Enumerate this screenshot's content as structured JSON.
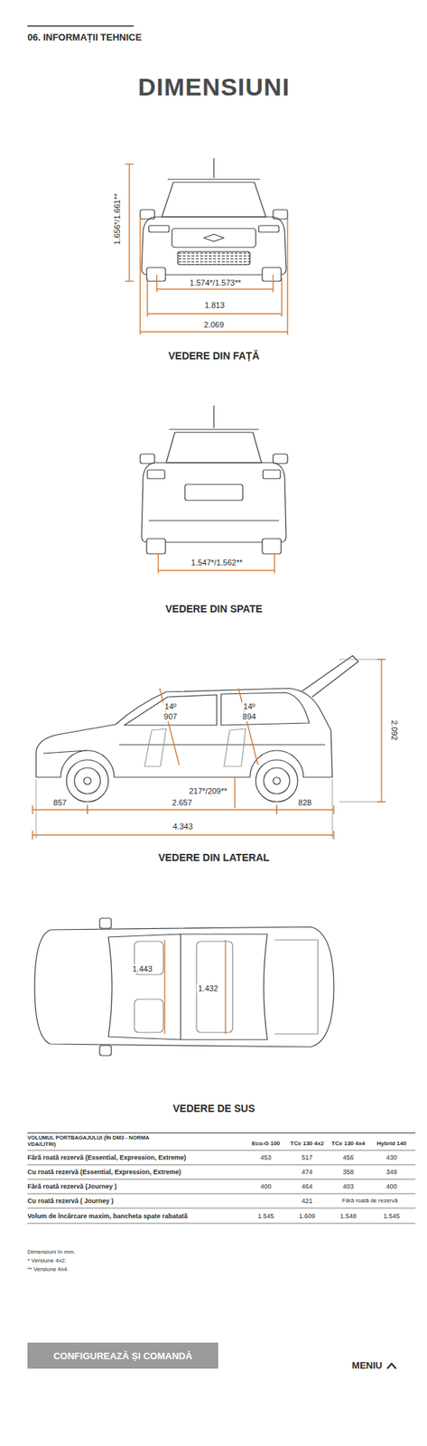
{
  "diagram": {
    "title": "DIMENSIUNI",
    "nodes": [
      {
        "text": [
          "CONFIGUREAZĂ ȘI COMANDĂ"
        ]
      }
    ],
    "labels": [
      "06. INFORMAȚII TEHNICE",
      "1.656*/1.661**",
      "1.574*/1.573**",
      "1.813",
      "2.069",
      "VEDERE DIN FAȚĂ",
      "1.547*/1.562**",
      "VEDERE DIN SPATE",
      "14º",
      "907",
      "14º",
      "894",
      "2.092",
      "217*/209**",
      "857",
      "2.657",
      "828",
      "4.343",
      "VEDERE DIN LATERAL",
      "1.443",
      "1.432",
      "VEDERE DE SUS",
      "VOLUMUL PORTBAGAJULUI (ÎN DM3 - NORMA VDA/LITRI)",
      "Eco-G 100",
      "TCe 130 4x2",
      "TCe 130 4x4",
      "Hybrid 140",
      "Fără roată rezervă (Essential, Expression, Extreme)",
      "453",
      "517",
      "456",
      "430",
      "Cu roată rezervă (Essential, Expression, Extreme)",
      "474",
      "358",
      "349",
      "Fără roată rezervă (Journey )",
      "400",
      "464",
      "403",
      "400",
      "Cu roată rezervă ( Journey )",
      "421",
      "Fără roată de rezervă",
      "Volum de încărcare maxim, bancheta spate rabatată",
      "1.545",
      "1.609",
      "1.548",
      "1.545",
      "Dimensiuni în mm.",
      "* Versiune 4x2.",
      "** Versiune 4x4.",
      "MENIU"
    ]
  }
}
